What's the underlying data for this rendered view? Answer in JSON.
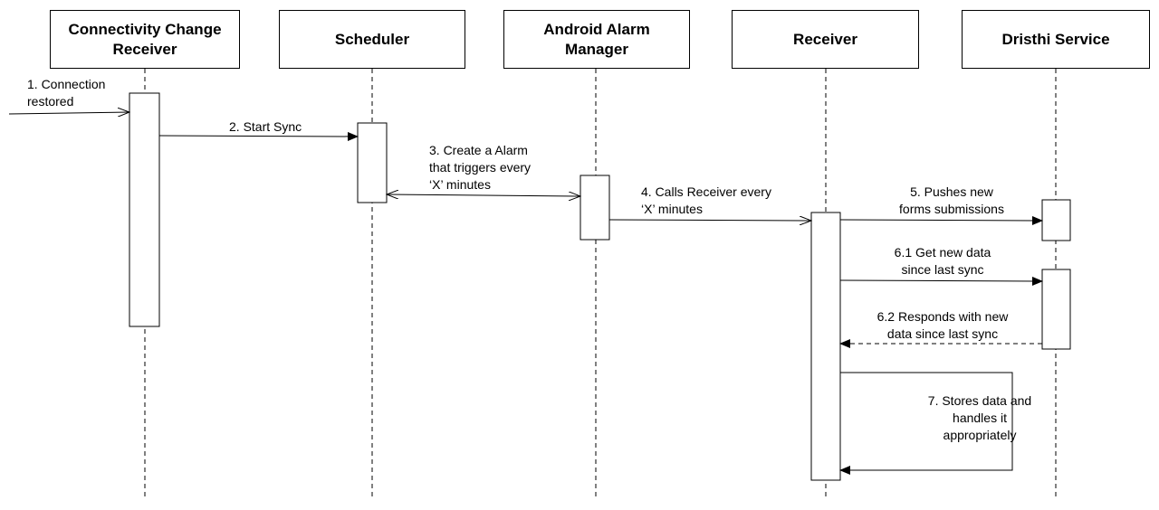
{
  "participants": [
    {
      "id": "ccr",
      "label": "Connectivity Change\nReceiver"
    },
    {
      "id": "scheduler",
      "label": "Scheduler"
    },
    {
      "id": "alarm",
      "label": "Android Alarm\nManager"
    },
    {
      "id": "receiver",
      "label": "Receiver"
    },
    {
      "id": "dristhi",
      "label": "Dristhi Service"
    }
  ],
  "messages": [
    {
      "id": "m1",
      "label": "1. Connection\nrestored",
      "style": "open",
      "line": "solid"
    },
    {
      "id": "m2",
      "label": "2. Start Sync",
      "style": "filled",
      "line": "solid"
    },
    {
      "id": "m3",
      "label": "3. Create a Alarm\nthat triggers every\n‘X’ minutes",
      "style": "open-both",
      "line": "solid"
    },
    {
      "id": "m4",
      "label": "4. Calls Receiver every\n‘X’ minutes",
      "style": "open",
      "line": "solid"
    },
    {
      "id": "m5",
      "label": "5. Pushes new\nforms submissions",
      "style": "filled",
      "line": "solid"
    },
    {
      "id": "m61",
      "label": "6.1 Get new data\nsince last sync",
      "style": "filled",
      "line": "solid"
    },
    {
      "id": "m62",
      "label": "6.2 Responds with new\ndata since last sync",
      "style": "filled",
      "line": "dashed"
    },
    {
      "id": "m7",
      "label": "7. Stores data and\nhandles it\nappropriately",
      "style": "filled",
      "line": "solid"
    }
  ]
}
